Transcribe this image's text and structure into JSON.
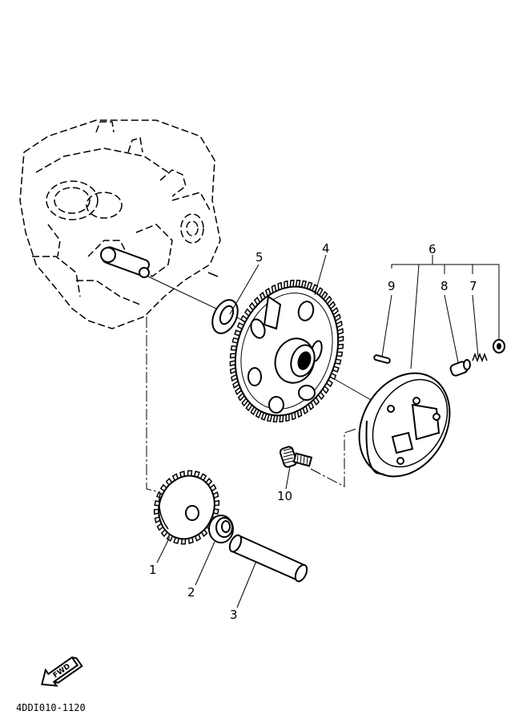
{
  "callouts": {
    "c1": "1",
    "c2": "2",
    "c3": "3",
    "c4": "4",
    "c5": "5",
    "c6": "6",
    "c7": "7",
    "c8": "8",
    "c9": "9",
    "c10": "10"
  },
  "fwd_label": "FWD",
  "diagram_code": "4DDI010-1120"
}
